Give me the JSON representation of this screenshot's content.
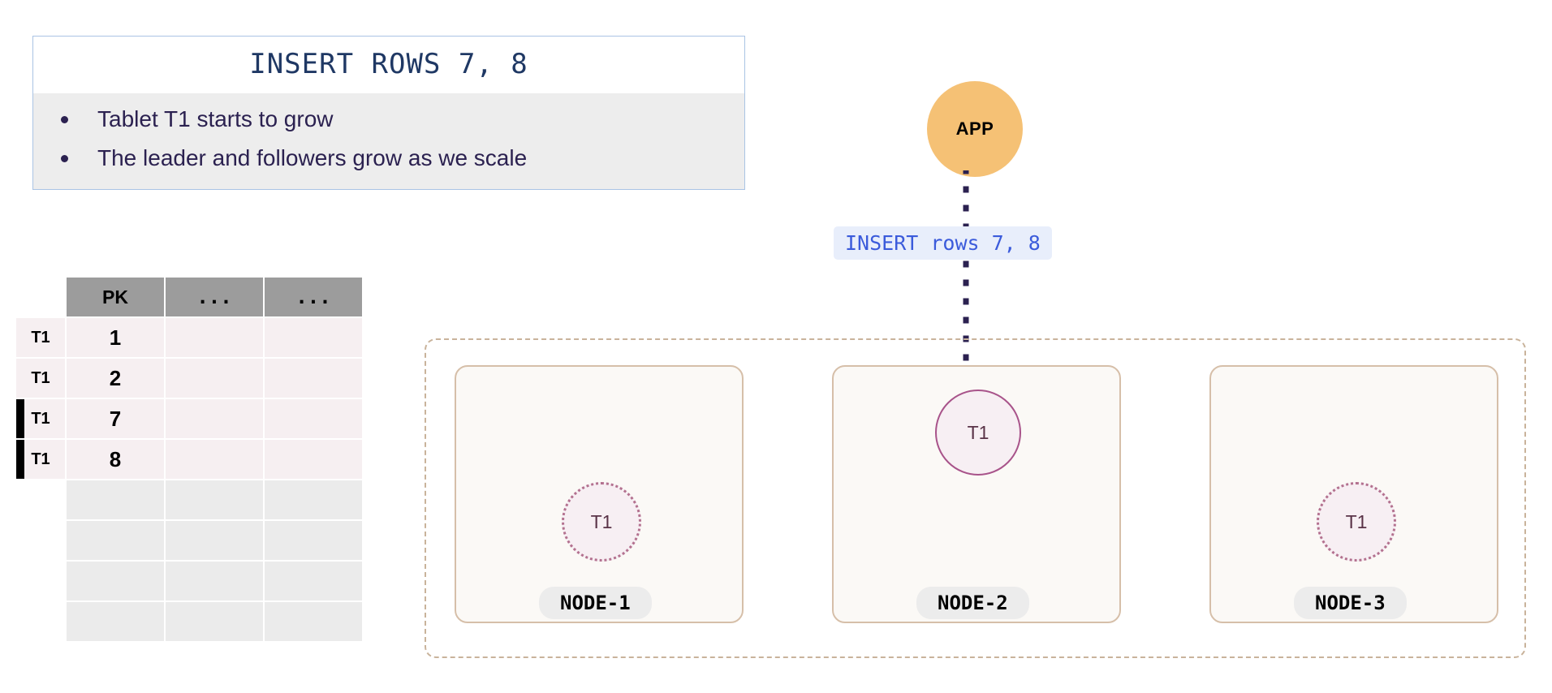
{
  "callout": {
    "title": "INSERT ROWS 7, 8",
    "bullets": [
      "Tablet T1 starts to grow",
      "The leader and followers grow as we scale"
    ],
    "border_color": "#aac4e4",
    "body_bg": "#ededed",
    "title_color": "#1f3864"
  },
  "table": {
    "headers": [
      "PK",
      "...",
      "..."
    ],
    "rows": [
      {
        "tag": "T1",
        "pk": "1",
        "filled": true,
        "marked": false
      },
      {
        "tag": "T1",
        "pk": "2",
        "filled": true,
        "marked": false
      },
      {
        "tag": "T1",
        "pk": "7",
        "filled": true,
        "marked": true
      },
      {
        "tag": "T1",
        "pk": "8",
        "filled": true,
        "marked": true
      },
      {
        "tag": "",
        "pk": "",
        "filled": false,
        "marked": false
      },
      {
        "tag": "",
        "pk": "",
        "filled": false,
        "marked": false
      },
      {
        "tag": "",
        "pk": "",
        "filled": false,
        "marked": false
      },
      {
        "tag": "",
        "pk": "",
        "filled": false,
        "marked": false
      }
    ],
    "header_bg": "#9c9c9c",
    "filled_row_bg": "#f6eff1",
    "empty_row_bg": "#ebebeb"
  },
  "app": {
    "label": "APP",
    "color": "#f5c175"
  },
  "edge": {
    "label": "INSERT rows 7, 8",
    "label_bg": "#e8eefb",
    "label_color": "#3b5bdb",
    "line_color": "#2b2150"
  },
  "cluster": {
    "border_color": "#c9b39b",
    "nodes": [
      {
        "label": "NODE-1",
        "tablet": "T1",
        "role": "follower"
      },
      {
        "label": "NODE-2",
        "tablet": "T1",
        "role": "leader"
      },
      {
        "label": "NODE-3",
        "tablet": "T1",
        "role": "follower"
      }
    ],
    "node_bg": "#fbf9f6",
    "node_border": "#d6bfa9",
    "tablet_fill": "#f7eff3",
    "leader_border": "#a8538a",
    "follower_border": "#b3718f"
  }
}
